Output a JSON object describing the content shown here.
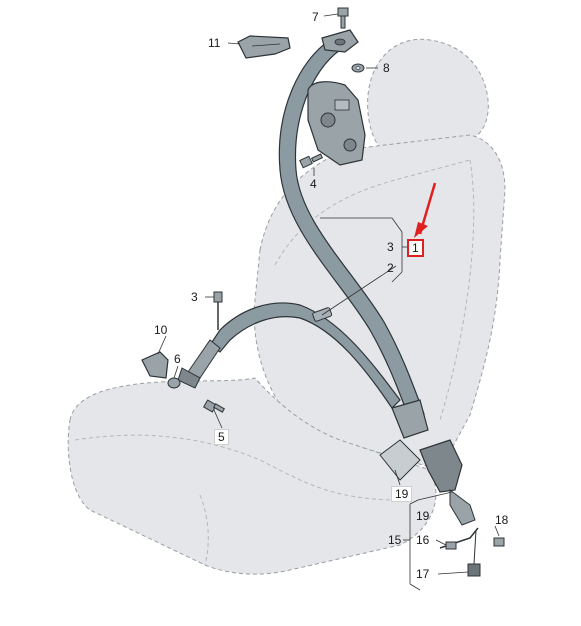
{
  "diagram": {
    "part_labels": {
      "p1": "1",
      "p2": "2",
      "p3a": "3",
      "p3b": "3",
      "p4": "4",
      "p5": "5",
      "p6": "6",
      "p7": "7",
      "p8": "8",
      "p10": "10",
      "p11": "11",
      "p15": "15",
      "p16": "16",
      "p17": "17",
      "p18": "18",
      "p19a": "19",
      "p19b": "19"
    },
    "highlighted_part": "1",
    "colors": {
      "seat_fill": "#e4e6e9",
      "seat_outline": "#9a9ea3",
      "belt_fill": "#8c9aa1",
      "belt_outline": "#2d3438",
      "part_fill": "#9aa3a8",
      "arrow": "#e02020"
    }
  }
}
